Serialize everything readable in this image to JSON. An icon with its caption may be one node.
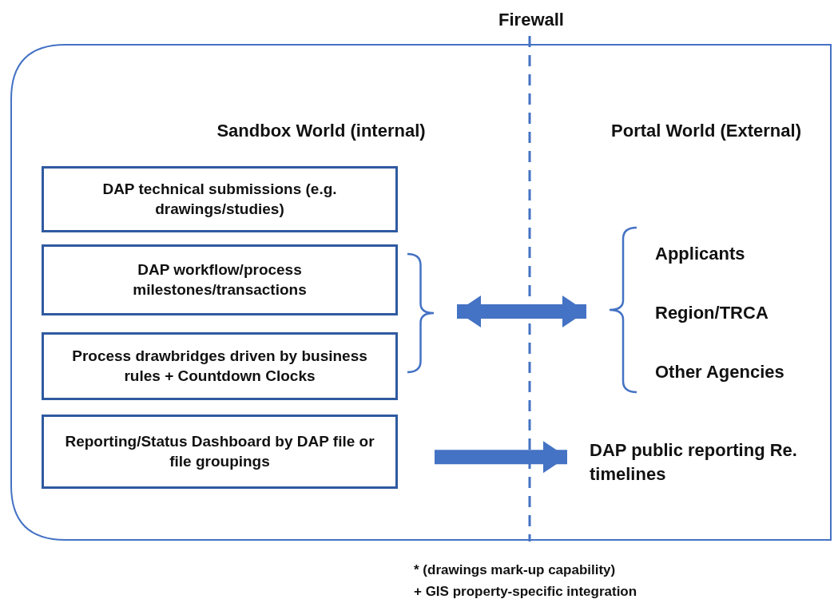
{
  "diagram": {
    "nodes": [
      {
        "text": [
          "DAP technical submissions (e.g. drawings/studies)"
        ]
      },
      {
        "text": [
          "DAP workflow/process milestones/transactions"
        ]
      },
      {
        "text": [
          "Process drawbridges driven by business rules + Countdown Clocks"
        ]
      },
      {
        "text": [
          "Reporting/Status Dashboard by DAP file or file groupings"
        ]
      },
      {
        "text": [
          "Applicants"
        ]
      },
      {
        "text": [
          "Region/TRCA"
        ]
      },
      {
        "text": [
          "Other Agencies"
        ]
      },
      {
        "text": [
          "DAP public reporting Re. timelines"
        ]
      },
      {
        "text": [],
        "shape": "bracket"
      },
      {
        "text": [],
        "shape": "bracket"
      }
    ],
    "edges": [
      {
        "from": 8,
        "to": 9,
        "arrow": "both"
      },
      {
        "from": 3,
        "to": 7,
        "arrow": "to"
      }
    ],
    "labels": [
      "Firewall",
      "Sandbox World (internal)",
      "Portal World (External)",
      "* (drawings mark-up capability)",
      "+ GIS property-specific integration"
    ]
  }
}
